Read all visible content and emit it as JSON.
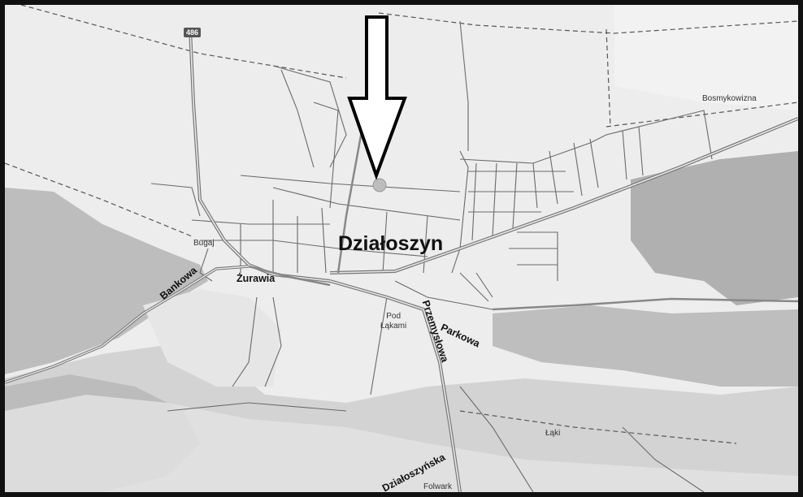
{
  "map": {
    "town": "Działoszyn",
    "road_number": "486",
    "places": {
      "bosmykowizna": "Bosmykowizna",
      "bugaj": "Bugaj",
      "pod_lakami": "Pod\nŁąkami",
      "laki": "Łąki",
      "folwark": "Folwark"
    },
    "streets": {
      "bankowa": "Bankowa",
      "zurawia": "Żurawia",
      "przemyslowa": "Przemysłowa",
      "parkowa": "Parkowa",
      "dzialoszynska": "Działoszyńska"
    }
  },
  "colors": {
    "frame": "#111111",
    "background": "#ededed",
    "forest": "#b7b7b7",
    "meadow": "#d6d6d6",
    "road": "#666666",
    "arrow": "#000000"
  },
  "icons": {
    "pointer": "down-arrow-icon",
    "road_shield": "road-number-shield-icon"
  }
}
